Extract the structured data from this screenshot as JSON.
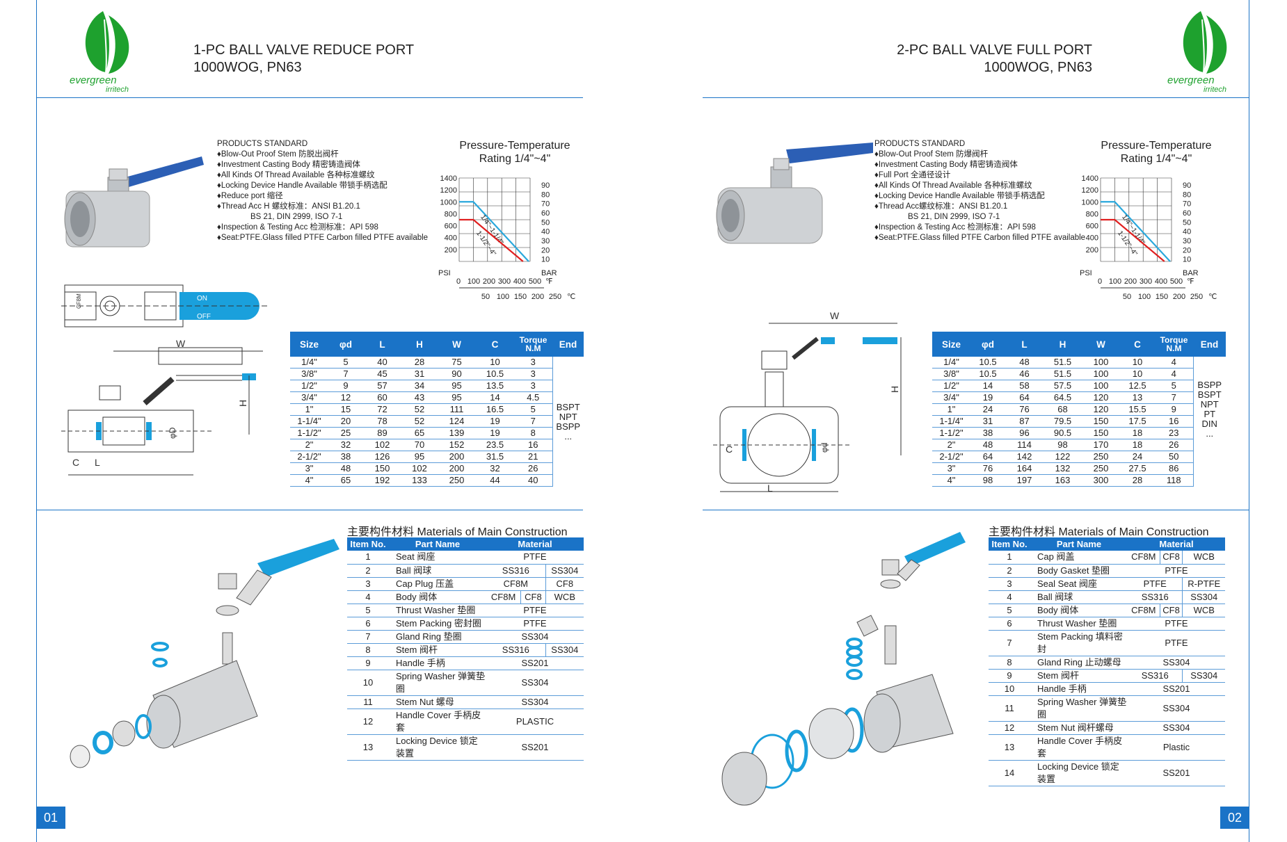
{
  "left": {
    "title_line1": "1-PC BALL VALVE REDUCE PORT",
    "title_line2": "1000WOG, PN63",
    "logo_text1": "evergreen",
    "logo_text2": "irritech",
    "standard_heading": "PRODUCTS STANDARD",
    "standard_items": [
      "♦Blow-Out Proof Stem 防脱出阀杆",
      "♦Investment Casting Body 精密铸造阀体",
      "♦All Kinds Of Thread Available 各种标准螺纹",
      "♦Locking Device Handle Available 带锁手柄选配",
      "♦Reduce port 缩径",
      "♦Thread Acc H 螺纹标准：ANSI B1.20.1",
      "BS 21, DIN 2999, ISO 7-1",
      "♦Inspection & Testing Acc 检测标准：API 598",
      "♦Seat:PTFE.Glass filled PTFE Carbon filled PTFE available"
    ],
    "pt_title_line1": "Pressure-Temperature",
    "pt_title_line2": "Rating 1/4\"~4\"",
    "pt_label_a": "1/4\"~1-1/4\"",
    "pt_label_b": "1-1/2\"~4\"",
    "spec_headers": [
      "Size",
      "φd",
      "L",
      "H",
      "W",
      "C",
      "Torque N.M",
      "End"
    ],
    "spec_rows": [
      [
        "1/4\"",
        "5",
        "40",
        "28",
        "75",
        "10",
        "3"
      ],
      [
        "3/8\"",
        "7",
        "45",
        "31",
        "90",
        "10.5",
        "3"
      ],
      [
        "1/2\"",
        "9",
        "57",
        "34",
        "95",
        "13.5",
        "3"
      ],
      [
        "3/4\"",
        "12",
        "60",
        "43",
        "95",
        "14",
        "4.5"
      ],
      [
        "1\"",
        "15",
        "72",
        "52",
        "111",
        "16.5",
        "5"
      ],
      [
        "1-1/4\"",
        "20",
        "78",
        "52",
        "124",
        "19",
        "7"
      ],
      [
        "1-1/2\"",
        "25",
        "89",
        "65",
        "139",
        "19",
        "8"
      ],
      [
        "2\"",
        "32",
        "102",
        "70",
        "152",
        "23.5",
        "16"
      ],
      [
        "2-1/2\"",
        "38",
        "126",
        "95",
        "200",
        "31.5",
        "21"
      ],
      [
        "3\"",
        "48",
        "150",
        "102",
        "200",
        "32",
        "26"
      ],
      [
        "4\"",
        "65",
        "192",
        "133",
        "250",
        "44",
        "40"
      ]
    ],
    "spec_end": [
      "BSPT",
      "NPT",
      "BSPP",
      "..."
    ],
    "mat_title": "主要构件材料 Materials of Main Construction",
    "mat_headers": [
      "Item No.",
      "Part Name",
      "Material"
    ],
    "mat_rows": [
      {
        "no": "1",
        "name": "Seat 阀座",
        "m": [
          "PTFE"
        ]
      },
      {
        "no": "2",
        "name": "Ball 阀球",
        "m": [
          "SS316",
          "SS304"
        ]
      },
      {
        "no": "3",
        "name": "Cap Plug 压盖",
        "m": [
          "CF8M",
          "CF8"
        ]
      },
      {
        "no": "4",
        "name": "Body 阀体",
        "m": [
          "CF8M",
          "CF8",
          "WCB"
        ]
      },
      {
        "no": "5",
        "name": "Thrust Washer 垫圈",
        "m": [
          "PTFE"
        ]
      },
      {
        "no": "6",
        "name": "Stem Packing 密封圈",
        "m": [
          "PTFE"
        ]
      },
      {
        "no": "7",
        "name": "Gland Ring 垫圈",
        "m": [
          "SS304"
        ]
      },
      {
        "no": "8",
        "name": "Stem 阀杆",
        "m": [
          "SS316",
          "SS304"
        ]
      },
      {
        "no": "9",
        "name": "Handle 手柄",
        "m": [
          "SS201"
        ]
      },
      {
        "no": "10",
        "name": "Spring Washer 弹簧垫圈",
        "m": [
          "SS304"
        ]
      },
      {
        "no": "11",
        "name": "Stem Nut 螺母",
        "m": [
          "SS304"
        ]
      },
      {
        "no": "12",
        "name": "Handle Cover 手柄皮套",
        "m": [
          "PLASTIC"
        ]
      },
      {
        "no": "13",
        "name": "Locking Device 锁定装置",
        "m": [
          "SS201"
        ]
      }
    ],
    "page_number": "01",
    "dim_labels": {
      "W": "W",
      "H": "H",
      "C": "C",
      "L": "L",
      "D": "φD",
      "on": "ON",
      "off": "OFF",
      "body": "CF8M"
    }
  },
  "right": {
    "title_line1": "2-PC BALL VALVE FULL PORT",
    "title_line2": "1000WOG, PN63",
    "standard_heading": "PRODUCTS STANDARD",
    "standard_items": [
      "♦Blow-Out Proof Stem 防爆阀杆",
      "♦Investment Casting Body 精密铸造阀体",
      "♦Full Port 全通径设计",
      "♦All Kinds Of Thread Available 各种标准螺纹",
      "♦Locking Device Handle Available 带锁手柄选配",
      "♦Thread Acc螺纹标准：ANSI B1.20.1",
      "BS 21, DIN 2999, ISO 7-1",
      "♦Inspection & Testing Acc 检测标准：API 598",
      "♦Seat:PTFE.Glass filled PTFE Carbon filled PTFE available"
    ],
    "pt_title_line1": "Pressure-Temperature",
    "pt_title_line2": "Rating 1/4\"~4\"",
    "pt_label_a": "1/4\"~1-1/4\"",
    "pt_label_b": "1-1/2\"~4\"",
    "spec_headers": [
      "Size",
      "φd",
      "L",
      "H",
      "W",
      "C",
      "Torque N.M",
      "End"
    ],
    "spec_rows": [
      [
        "1/4\"",
        "10.5",
        "48",
        "51.5",
        "100",
        "10",
        "4"
      ],
      [
        "3/8\"",
        "10.5",
        "46",
        "51.5",
        "100",
        "10",
        "4"
      ],
      [
        "1/2\"",
        "14",
        "58",
        "57.5",
        "100",
        "12.5",
        "5"
      ],
      [
        "3/4\"",
        "19",
        "64",
        "64.5",
        "120",
        "13",
        "7"
      ],
      [
        "1\"",
        "24",
        "76",
        "68",
        "120",
        "15.5",
        "9"
      ],
      [
        "1-1/4\"",
        "31",
        "87",
        "79.5",
        "150",
        "17.5",
        "16"
      ],
      [
        "1-1/2\"",
        "38",
        "96",
        "90.5",
        "150",
        "18",
        "23"
      ],
      [
        "2\"",
        "48",
        "114",
        "98",
        "170",
        "18",
        "26"
      ],
      [
        "2-1/2\"",
        "64",
        "142",
        "122",
        "250",
        "24",
        "50"
      ],
      [
        "3\"",
        "76",
        "164",
        "132",
        "250",
        "27.5",
        "86"
      ],
      [
        "4\"",
        "98",
        "197",
        "163",
        "300",
        "28",
        "118"
      ]
    ],
    "spec_end": [
      "BSPP",
      "BSPT",
      "NPT",
      "PT",
      "DIN",
      "..."
    ],
    "mat_title": "主要构件材料 Materials of Main Construction",
    "mat_headers": [
      "Item No.",
      "Part Name",
      "Material"
    ],
    "mat_rows": [
      {
        "no": "1",
        "name": "Cap 阀盖",
        "m": [
          "CF8M",
          "CF8",
          "WCB"
        ]
      },
      {
        "no": "2",
        "name": "Body Gasket 垫圈",
        "m": [
          "PTFE"
        ]
      },
      {
        "no": "3",
        "name": "Seal Seat 阀座",
        "m": [
          "PTFE",
          "R-PTFE"
        ]
      },
      {
        "no": "4",
        "name": "Ball 阀球",
        "m": [
          "SS316",
          "SS304"
        ]
      },
      {
        "no": "5",
        "name": "Body 阀体",
        "m": [
          "CF8M",
          "CF8",
          "WCB"
        ]
      },
      {
        "no": "6",
        "name": "Thrust Washer 垫圈",
        "m": [
          "PTFE"
        ]
      },
      {
        "no": "7",
        "name": "Stem Packing 填料密封",
        "m": [
          "PTFE"
        ]
      },
      {
        "no": "8",
        "name": "Gland Ring 止动螺母",
        "m": [
          "SS304"
        ]
      },
      {
        "no": "9",
        "name": "Stem 阀杆",
        "m": [
          "SS316",
          "SS304"
        ]
      },
      {
        "no": "10",
        "name": "Handle 手柄",
        "m": [
          "SS201"
        ]
      },
      {
        "no": "11",
        "name": "Spring Washer 弹簧垫圈",
        "m": [
          "SS304"
        ]
      },
      {
        "no": "12",
        "name": "Stem Nut 阀杆螺母",
        "m": [
          "SS304"
        ]
      },
      {
        "no": "13",
        "name": "Handle Cover 手柄皮套",
        "m": [
          "Plastic"
        ]
      },
      {
        "no": "14",
        "name": "Locking Device 锁定装置",
        "m": [
          "SS201"
        ]
      }
    ],
    "page_number": "02",
    "dim_labels": {
      "W": "W",
      "H": "H",
      "C": "C",
      "L": "L",
      "D": "φd"
    }
  },
  "chart_data": [
    {
      "type": "line",
      "title": "Pressure-Temperature Rating 1/4\"~4\"",
      "ylabel_left": "PSI",
      "ylabel_right": "BAR",
      "x_units_top": "℉",
      "x_units_bottom": "℃",
      "yticks_left": [
        "1400",
        "1200",
        "1000",
        "800",
        "600",
        "400",
        "200"
      ],
      "yticks_right": [
        "90",
        "80",
        "70",
        "60",
        "50",
        "40",
        "30",
        "20",
        "10"
      ],
      "xticks_top": [
        "0",
        "100",
        "200",
        "300",
        "400",
        "500"
      ],
      "xticks_bottom": [
        "50",
        "100",
        "150",
        "200",
        "250"
      ],
      "ylim": [
        0,
        1400
      ],
      "xlim": [
        0,
        500
      ],
      "series": [
        {
          "name": "1/4\"~1-1/4\"",
          "color": "#2aa8dc",
          "x": [
            0,
            100,
            490,
            490
          ],
          "y": [
            1000,
            1000,
            0,
            0
          ]
        },
        {
          "name": "1-1/2\"~4\"",
          "color": "#e02020",
          "x": [
            0,
            100,
            450
          ],
          "y": [
            700,
            700,
            0
          ]
        }
      ]
    }
  ],
  "colors": {
    "accent": "#1a73c7",
    "callout": "#1aa0dc",
    "logo_green": "#1ea12e",
    "valve_blue": "#2c5fb5"
  }
}
